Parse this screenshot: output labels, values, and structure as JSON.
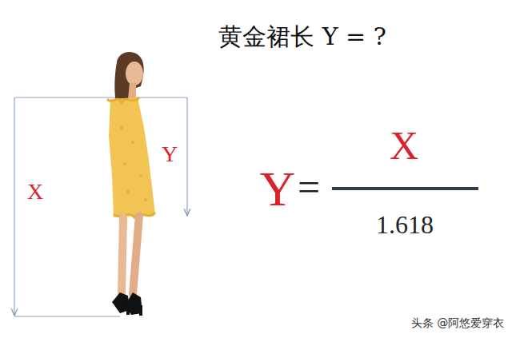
{
  "diagram": {
    "title": "黄金裙长 Y = ?",
    "labels": [
      "X",
      "Y",
      "Y",
      "=",
      "X",
      "1.618",
      "头条 @阿悠爱穿衣"
    ]
  }
}
